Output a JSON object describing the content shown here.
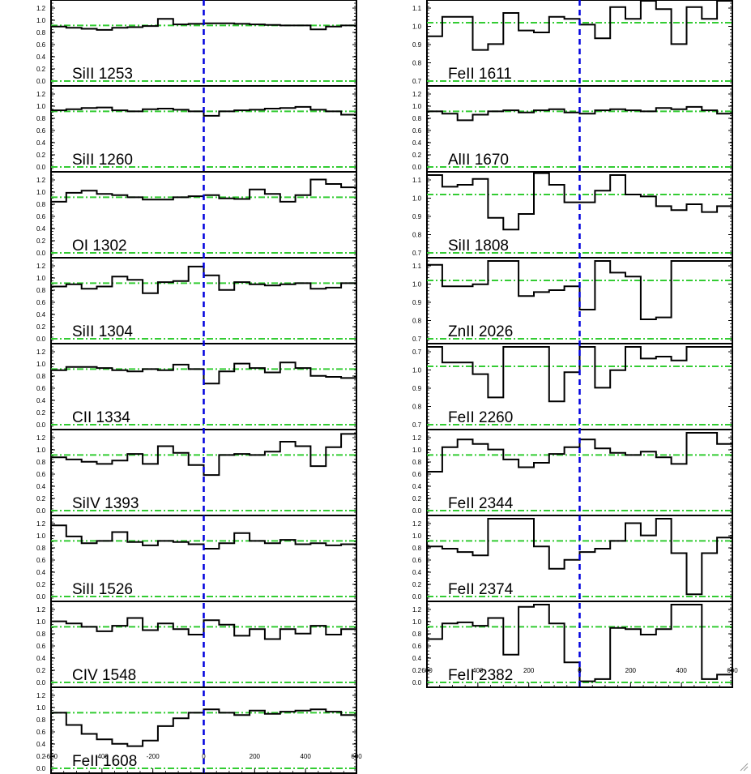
{
  "colors": {
    "spectrum": "#000000",
    "continuum": "#33cc33",
    "zero_velocity": "#0000dd",
    "frame": "#000000",
    "background": "#ffffff"
  },
  "chart_data": [
    {
      "type": "line",
      "title": "",
      "xlabel": "",
      "ylabel": "",
      "xlim": [
        -600,
        600
      ],
      "x_ticks": [
        "-600",
        "-400",
        "-200",
        "0",
        "200",
        "400",
        "600"
      ],
      "grid": false,
      "legend": "none",
      "panels": [
        {
          "label": "SiII 1253",
          "ylim": [
            0.0,
            1.4
          ],
          "y_ticks": [
            "1.2",
            "1.0",
            "0.8",
            "0.6",
            "0.4",
            "0.2",
            "0.0"
          ],
          "guides": [
            1.0,
            0.0
          ],
          "x": [
            -600,
            -540,
            -480,
            -420,
            -360,
            -300,
            -240,
            -180,
            -120,
            -60,
            0,
            60,
            120,
            180,
            240,
            300,
            360,
            420,
            480,
            540
          ],
          "y": [
            0.98,
            0.96,
            0.94,
            0.92,
            0.96,
            0.97,
            0.99,
            1.12,
            1.02,
            1.03,
            1.04,
            1.04,
            1.03,
            1.02,
            1.01,
            1.0,
            1.0,
            0.93,
            0.98,
            1.0
          ]
        },
        {
          "label": "SiII 1260",
          "ylim": [
            0.0,
            1.4
          ],
          "y_ticks": [
            "1.2",
            "1.0",
            "0.8",
            "0.6",
            "0.4",
            "0.2",
            "0.0"
          ],
          "guides": [
            1.0,
            0.0
          ],
          "x": [
            -600,
            -540,
            -480,
            -420,
            -360,
            -300,
            -240,
            -180,
            -120,
            -60,
            0,
            60,
            120,
            180,
            240,
            300,
            360,
            420,
            480,
            540
          ],
          "y": [
            1.02,
            1.04,
            1.06,
            1.07,
            1.02,
            1.0,
            1.04,
            1.05,
            1.03,
            1.0,
            0.92,
            1.0,
            1.02,
            1.03,
            1.05,
            1.06,
            1.08,
            1.03,
            1.0,
            0.94
          ]
        },
        {
          "label": "OI 1302",
          "ylim": [
            0.0,
            1.4
          ],
          "y_ticks": [
            "1.2",
            "1.0",
            "0.8",
            "0.6",
            "0.4",
            "0.2",
            "0.0"
          ],
          "guides": [
            1.0,
            0.0
          ],
          "x": [
            -600,
            -540,
            -480,
            -420,
            -360,
            -300,
            -240,
            -180,
            -120,
            -60,
            0,
            60,
            120,
            180,
            240,
            300,
            360,
            420,
            480,
            540
          ],
          "y": [
            0.92,
            1.08,
            1.12,
            1.06,
            1.04,
            1.0,
            0.96,
            0.96,
            1.0,
            1.02,
            1.04,
            0.98,
            0.97,
            1.14,
            1.06,
            0.92,
            1.04,
            1.32,
            1.24,
            1.18
          ]
        },
        {
          "label": "SiII 1304",
          "ylim": [
            0.0,
            1.4
          ],
          "y_ticks": [
            "1.2",
            "1.0",
            "0.8",
            "0.6",
            "0.4",
            "0.2",
            "0.0"
          ],
          "guides": [
            1.0,
            0.0
          ],
          "x": [
            -600,
            -540,
            -480,
            -420,
            -360,
            -300,
            -240,
            -180,
            -120,
            -60,
            0,
            60,
            120,
            180,
            240,
            300,
            360,
            420,
            480,
            540
          ],
          "y": [
            0.94,
            0.98,
            0.9,
            0.94,
            1.12,
            1.06,
            0.82,
            1.02,
            1.04,
            1.3,
            1.14,
            0.88,
            1.02,
            0.98,
            0.96,
            0.98,
            1.0,
            0.9,
            0.92,
            1.0
          ]
        },
        {
          "label": "CII 1334",
          "ylim": [
            0.0,
            1.4
          ],
          "y_ticks": [
            "1.2",
            "1.0",
            "0.8",
            "0.6",
            "0.4",
            "0.2",
            "0.0"
          ],
          "guides": [
            1.0,
            0.0
          ],
          "x": [
            -600,
            -540,
            -480,
            -420,
            -360,
            -300,
            -240,
            -180,
            -120,
            -60,
            0,
            60,
            120,
            180,
            240,
            300,
            360,
            420,
            480,
            540
          ],
          "y": [
            0.98,
            1.04,
            1.04,
            1.02,
            0.98,
            0.96,
            1.0,
            0.98,
            1.08,
            1.0,
            0.74,
            0.96,
            1.1,
            1.02,
            0.94,
            1.12,
            1.02,
            0.88,
            0.86,
            0.84
          ]
        },
        {
          "label": "SiIV 1393",
          "ylim": [
            0.0,
            1.4
          ],
          "y_ticks": [
            "1.2",
            "1.0",
            "0.8",
            "0.6",
            "0.4",
            "0.2",
            "0.0"
          ],
          "guides": [
            1.0,
            0.0
          ],
          "x": [
            -600,
            -540,
            -480,
            -420,
            -360,
            -300,
            -240,
            -180,
            -120,
            -60,
            0,
            60,
            120,
            180,
            240,
            300,
            360,
            420,
            480,
            540
          ],
          "y": [
            0.96,
            0.92,
            0.88,
            0.84,
            0.9,
            1.02,
            0.84,
            1.16,
            1.04,
            0.82,
            0.64,
            1.0,
            1.02,
            1.0,
            1.06,
            1.24,
            1.16,
            0.8,
            1.14,
            1.38
          ]
        },
        {
          "label": "SiII 1526",
          "ylim": [
            0.0,
            1.4
          ],
          "y_ticks": [
            "1.2",
            "1.0",
            "0.8",
            "0.6",
            "0.4",
            "0.2",
            "0.0"
          ],
          "guides": [
            1.0,
            0.0
          ],
          "x": [
            -600,
            -540,
            -480,
            -420,
            -360,
            -300,
            -240,
            -180,
            -120,
            -60,
            0,
            60,
            120,
            180,
            240,
            300,
            360,
            420,
            480,
            540
          ],
          "y": [
            1.28,
            1.08,
            0.96,
            1.0,
            1.16,
            0.98,
            0.92,
            1.0,
            0.98,
            0.94,
            0.86,
            0.96,
            1.14,
            1.0,
            0.96,
            1.02,
            0.94,
            0.96,
            0.92,
            0.94
          ]
        },
        {
          "label": "CIV 1548",
          "ylim": [
            0.0,
            1.4
          ],
          "y_ticks": [
            "1.2",
            "1.0",
            "0.8",
            "0.6",
            "0.4",
            "0.2",
            "0.0"
          ],
          "guides": [
            1.0,
            0.0
          ],
          "x": [
            -600,
            -540,
            -480,
            -420,
            -360,
            -300,
            -240,
            -180,
            -120,
            -60,
            0,
            60,
            120,
            180,
            240,
            300,
            360,
            420,
            480,
            540
          ],
          "y": [
            1.1,
            1.06,
            1.0,
            0.92,
            1.02,
            1.16,
            0.94,
            1.06,
            0.96,
            0.86,
            1.12,
            1.04,
            0.84,
            0.96,
            0.78,
            0.96,
            0.88,
            1.02,
            0.86,
            0.96
          ]
        },
        {
          "label": "FeII 1608",
          "ylim": [
            0.0,
            1.4
          ],
          "y_ticks": [
            "1.2",
            "1.0",
            "0.8",
            "0.6",
            "0.4",
            "0.2",
            "0.0"
          ],
          "guides": [
            1.0,
            0.0
          ],
          "x": [
            -600,
            -540,
            -480,
            -420,
            -360,
            -300,
            -240,
            -180,
            -120,
            -60,
            0,
            60,
            120,
            180,
            240,
            300,
            360,
            420,
            480,
            540
          ],
          "y": [
            1.0,
            0.78,
            0.62,
            0.52,
            0.44,
            0.4,
            0.5,
            0.76,
            0.9,
            1.0,
            1.06,
            1.0,
            0.96,
            1.04,
            0.98,
            1.02,
            1.04,
            1.06,
            1.02,
            0.96
          ]
        }
      ]
    },
    {
      "type": "line",
      "title": "",
      "xlabel": "",
      "ylabel": "",
      "xlim": [
        -600,
        600
      ],
      "x_ticks": [
        "600",
        "400",
        "200",
        "0",
        "200",
        "400",
        "600"
      ],
      "grid": false,
      "legend": "none",
      "panels": [
        {
          "label": "FeII 1611",
          "ylim": [
            0.7,
            1.1
          ],
          "y_ticks": [
            "1.1",
            "1.0",
            "0.9",
            "0.8",
            "0.7"
          ],
          "guides": [
            1.0,
            0.7
          ],
          "x": [
            -600,
            -540,
            -480,
            -420,
            -360,
            -300,
            -240,
            -180,
            -120,
            -60,
            0,
            60,
            120,
            180,
            240,
            300,
            360,
            420,
            480,
            540
          ],
          "y": [
            0.93,
            1.03,
            1.03,
            0.86,
            0.89,
            1.05,
            0.96,
            0.95,
            1.03,
            1.02,
            0.99,
            0.92,
            1.08,
            1.02,
            1.14,
            1.07,
            0.89,
            1.08,
            1.02,
            1.17
          ]
        },
        {
          "label": "AlII 1670",
          "ylim": [
            0.0,
            1.4
          ],
          "y_ticks": [
            "1.2",
            "1.0",
            "0.8",
            "0.6",
            "0.4",
            "0.2",
            "0.0"
          ],
          "guides": [
            1.0,
            0.0
          ],
          "x": [
            -600,
            -540,
            -480,
            -420,
            -360,
            -300,
            -240,
            -180,
            -120,
            -60,
            0,
            60,
            120,
            180,
            240,
            300,
            360,
            420,
            480,
            540
          ],
          "y": [
            1.0,
            0.96,
            0.84,
            0.94,
            1.0,
            1.02,
            0.98,
            1.02,
            1.04,
            0.98,
            0.96,
            1.02,
            1.04,
            1.02,
            1.0,
            1.06,
            1.04,
            1.08,
            1.02,
            0.96
          ]
        },
        {
          "label": "SiII 1808",
          "ylim": [
            0.7,
            1.1
          ],
          "y_ticks": [
            "1.1",
            "1.0",
            "0.9",
            "0.8",
            "0.7"
          ],
          "guides": [
            1.0,
            0.7
          ],
          "x": [
            -600,
            -540,
            -480,
            -420,
            -360,
            -300,
            -240,
            -180,
            -120,
            -60,
            0,
            60,
            120,
            180,
            240,
            300,
            360,
            420,
            480,
            540
          ],
          "y": [
            1.1,
            1.04,
            1.05,
            1.08,
            0.88,
            0.82,
            0.9,
            1.11,
            1.05,
            0.96,
            0.96,
            1.02,
            1.1,
            1.0,
            0.99,
            0.94,
            0.92,
            0.95,
            0.91,
            0.94
          ]
        },
        {
          "label": "ZnII 2026",
          "ylim": [
            0.7,
            1.1
          ],
          "y_ticks": [
            "1.1",
            "1.0",
            "0.9",
            "0.8",
            "0.7"
          ],
          "guides": [
            1.0,
            0.7
          ],
          "x": [
            -600,
            -540,
            -480,
            -420,
            -360,
            -300,
            -240,
            -180,
            -120,
            -60,
            0,
            60,
            120,
            180,
            240,
            300,
            360,
            420,
            480,
            540
          ],
          "y": [
            1.08,
            0.97,
            0.97,
            0.98,
            1.1,
            1.1,
            0.92,
            0.94,
            0.95,
            0.97,
            0.85,
            1.1,
            1.04,
            1.02,
            0.8,
            0.81,
            1.1,
            1.1,
            1.1,
            1.1
          ]
        },
        {
          "label": "FeII 2260",
          "ylim": [
            0.7,
            1.1
          ],
          "y_ticks": [
            "0.7",
            "1.0",
            "0.9",
            "0.8",
            "0.7"
          ],
          "guides": [
            1.0,
            0.7
          ],
          "x": [
            -600,
            -540,
            -480,
            -420,
            -360,
            -300,
            -240,
            -180,
            -120,
            -60,
            0,
            60,
            120,
            180,
            240,
            300,
            360,
            420,
            480,
            540
          ],
          "y": [
            1.1,
            1.02,
            1.02,
            0.96,
            0.84,
            1.1,
            1.1,
            1.1,
            0.82,
            0.97,
            1.1,
            0.89,
            0.98,
            1.1,
            1.04,
            1.05,
            1.03,
            1.1,
            1.1,
            1.1
          ]
        },
        {
          "label": "FeII 2344",
          "ylim": [
            0.0,
            1.4
          ],
          "y_ticks": [
            "1.2",
            "1.0",
            "0.8",
            "0.6",
            "0.4",
            "0.2",
            "0.0"
          ],
          "guides": [
            1.0,
            0.0
          ],
          "x": [
            -600,
            -540,
            -480,
            -420,
            -360,
            -300,
            -240,
            -180,
            -120,
            -60,
            0,
            60,
            120,
            180,
            240,
            300,
            360,
            420,
            480,
            540
          ],
          "y": [
            0.7,
            1.14,
            1.28,
            1.2,
            1.1,
            0.92,
            0.78,
            0.86,
            1.02,
            1.14,
            1.28,
            1.12,
            1.04,
            1.0,
            1.06,
            0.96,
            0.84,
            1.4,
            1.4,
            1.2
          ]
        },
        {
          "label": "FeII 2374",
          "ylim": [
            0.0,
            1.4
          ],
          "y_ticks": [
            "1.2",
            "1.0",
            "0.8",
            "0.6",
            "0.4",
            "0.2",
            "0.0"
          ],
          "guides": [
            1.0,
            0.0
          ],
          "x": [
            -600,
            -540,
            -480,
            -420,
            -360,
            -300,
            -240,
            -180,
            -120,
            -60,
            0,
            60,
            120,
            180,
            240,
            300,
            360,
            420,
            480,
            540
          ],
          "y": [
            0.9,
            0.86,
            0.8,
            0.74,
            1.4,
            1.4,
            1.4,
            0.9,
            0.5,
            0.66,
            0.8,
            0.86,
            1.0,
            1.32,
            1.1,
            1.4,
            0.78,
            0.04,
            0.78,
            1.06
          ]
        },
        {
          "label": "FeII 2382",
          "ylim": [
            0.0,
            1.4
          ],
          "y_ticks": [
            "1.2",
            "1.0",
            "0.8",
            "0.6",
            "0.4",
            "0.2",
            "0.0"
          ],
          "guides": [
            1.0,
            0.0
          ],
          "x": [
            -600,
            -540,
            -480,
            -420,
            -360,
            -300,
            -240,
            -180,
            -120,
            -60,
            0,
            60,
            120,
            180,
            240,
            300,
            360,
            420,
            480,
            540
          ],
          "y": [
            0.78,
            1.06,
            1.08,
            1.02,
            1.16,
            0.5,
            1.36,
            1.4,
            1.06,
            0.36,
            0.02,
            0.06,
            0.98,
            0.96,
            0.86,
            0.96,
            1.4,
            1.4,
            0.06,
            0.14
          ]
        }
      ]
    }
  ]
}
